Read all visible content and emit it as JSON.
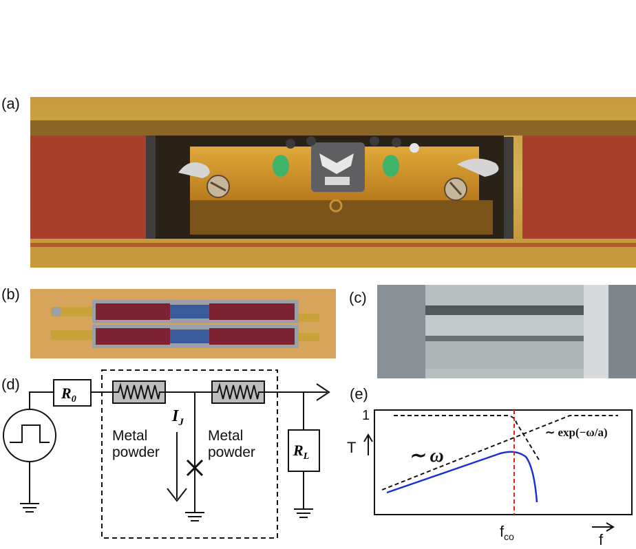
{
  "panels": {
    "a": "(a)",
    "b": "(b)",
    "c": "(c)",
    "d": "(d)",
    "e": "(e)"
  },
  "circuit": {
    "r0_label": "R",
    "r0_sub": "0",
    "rl_label": "R",
    "rl_sub": "L",
    "ij_label": "I",
    "ij_sub": "J",
    "filter_left_line1": "Metal",
    "filter_left_line2": "powder",
    "filter_right_line1": "Metal",
    "filter_right_line2": "powder"
  },
  "transfer_plot": {
    "y_top_label": "1",
    "y_axis_label": "T",
    "low_freq_label": "∼ ω",
    "high_freq_label": "∼ exp(−ω/a)",
    "cutoff_label": "f",
    "cutoff_sub": "co",
    "x_axis_label": "f"
  },
  "colors": {
    "measured_curve": "#1a2fd6",
    "cutoff_line": "#e21b1b",
    "asymptote": "#111111",
    "filter_body": "#bdbdbd"
  }
}
